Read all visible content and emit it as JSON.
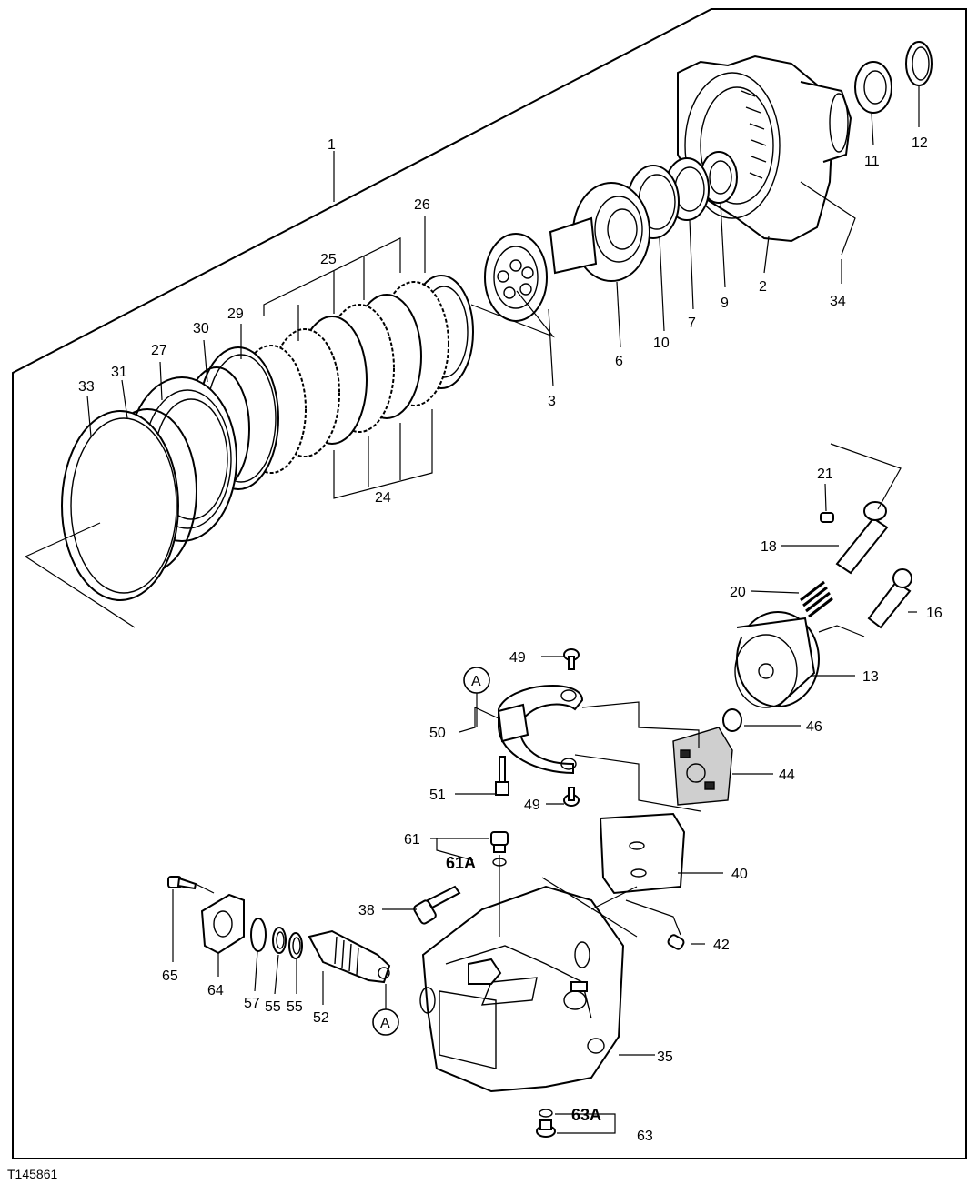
{
  "figure_id": "T145861",
  "callout_letter": "A",
  "parts": [
    "1",
    "2",
    "3",
    "6",
    "7",
    "9",
    "10",
    "11",
    "12",
    "34",
    "24",
    "25",
    "26",
    "27",
    "29",
    "30",
    "31",
    "33",
    "21",
    "18",
    "20",
    "16",
    "13",
    "46",
    "44",
    "49",
    "50",
    "51",
    "40",
    "42",
    "61",
    "61A",
    "38",
    "65",
    "64",
    "57",
    "55",
    "52",
    "35",
    "63A",
    "63"
  ]
}
